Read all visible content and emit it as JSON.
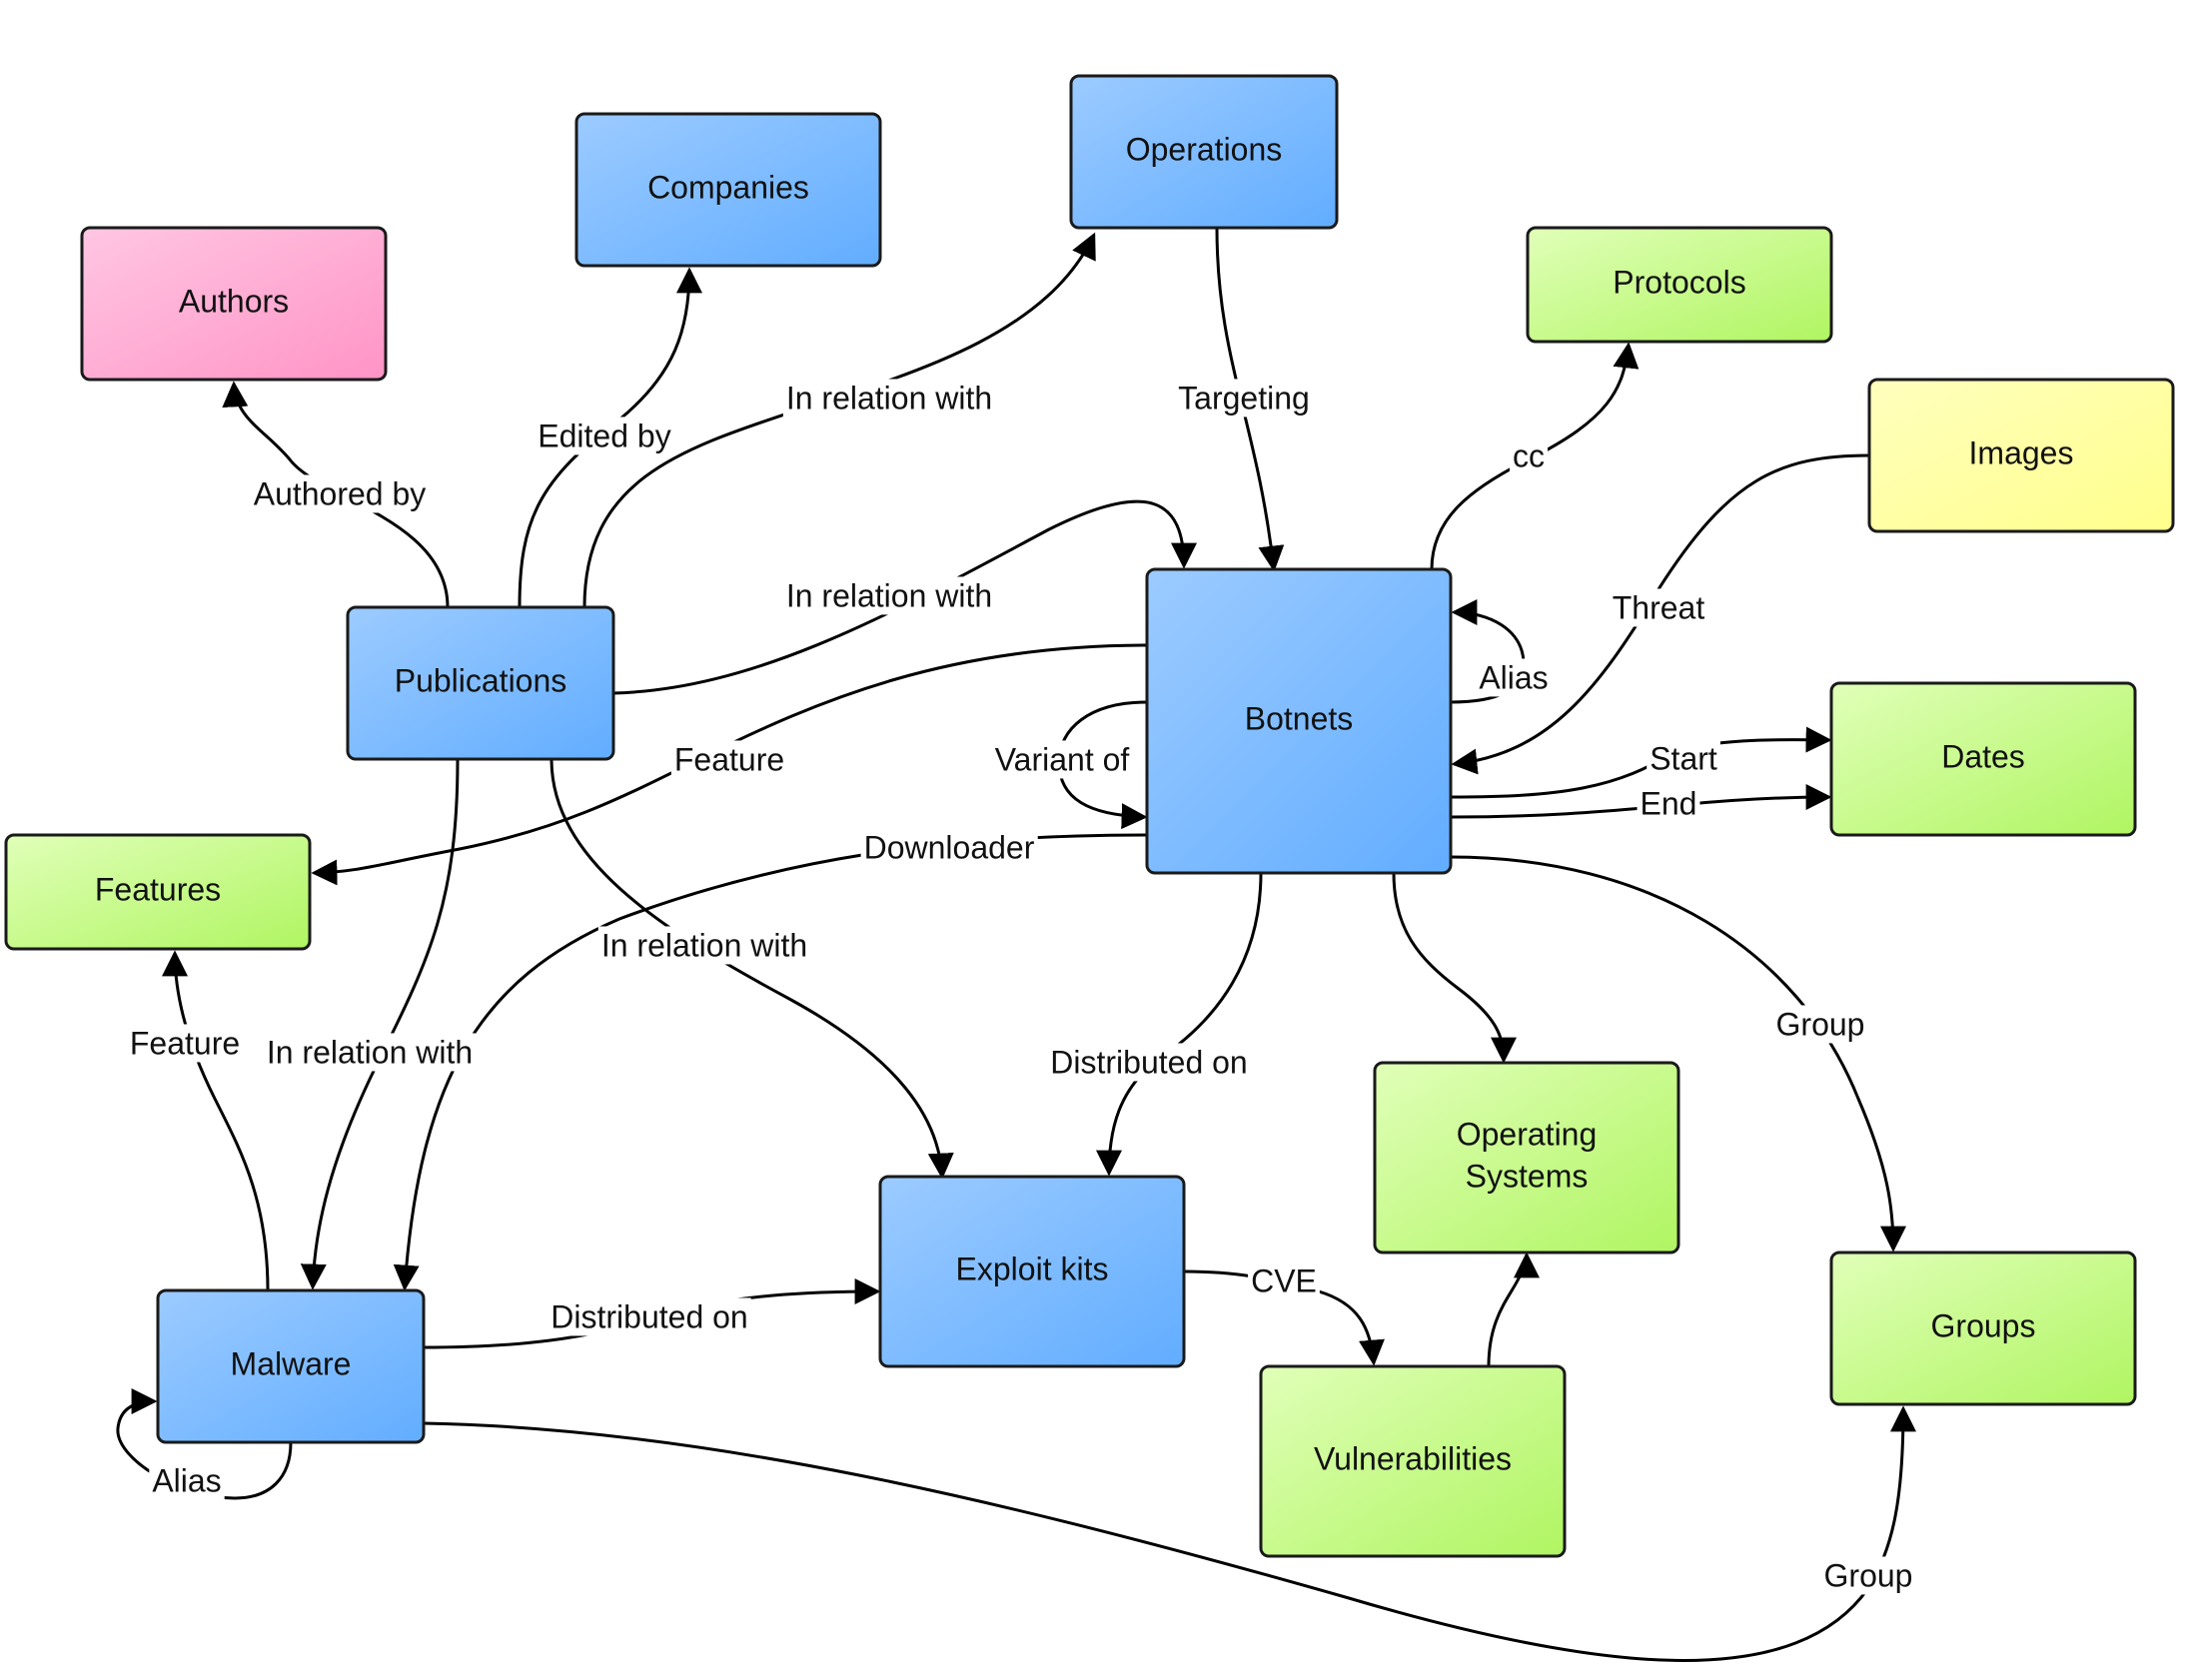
{
  "colors": {
    "blue": [
      "#9ccbff",
      "#62adff"
    ],
    "green": [
      "#e0ffb8",
      "#b0f562"
    ],
    "pink": [
      "#ffc6e2",
      "#ff94c6"
    ],
    "yellow": [
      "#ffffbe",
      "#ffff8c"
    ]
  },
  "nodes": [
    {
      "id": "authors",
      "label": [
        "Authors"
      ],
      "color": "pink"
    },
    {
      "id": "companies",
      "label": [
        "Companies"
      ],
      "color": "blue"
    },
    {
      "id": "operations",
      "label": [
        "Operations"
      ],
      "color": "blue"
    },
    {
      "id": "protocols",
      "label": [
        "Protocols"
      ],
      "color": "green"
    },
    {
      "id": "images",
      "label": [
        "Images"
      ],
      "color": "yellow"
    },
    {
      "id": "publications",
      "label": [
        "Publications"
      ],
      "color": "blue"
    },
    {
      "id": "botnets",
      "label": [
        "Botnets"
      ],
      "color": "blue"
    },
    {
      "id": "dates",
      "label": [
        "Dates"
      ],
      "color": "green"
    },
    {
      "id": "features",
      "label": [
        "Features"
      ],
      "color": "green"
    },
    {
      "id": "operating-systems",
      "label": [
        "Operating",
        "Systems"
      ],
      "color": "green"
    },
    {
      "id": "exploit-kits",
      "label": [
        "Exploit kits"
      ],
      "color": "blue"
    },
    {
      "id": "malware",
      "label": [
        "Malware"
      ],
      "color": "blue"
    },
    {
      "id": "groups",
      "label": [
        "Groups"
      ],
      "color": "green"
    },
    {
      "id": "vulnerabilities",
      "label": [
        "Vulnerabilities"
      ],
      "color": "green"
    }
  ],
  "edges": [
    {
      "id": "authored-by",
      "from": "publications",
      "to": "authors",
      "label": "Authored by"
    },
    {
      "id": "edited-by",
      "from": "publications",
      "to": "companies",
      "label": "Edited by"
    },
    {
      "id": "pub-rel-operations",
      "from": "publications",
      "to": "operations",
      "label": "In relation with"
    },
    {
      "id": "targeting",
      "from": "operations",
      "to": "botnets",
      "label": "Targeting"
    },
    {
      "id": "cc",
      "from": "botnets",
      "to": "protocols",
      "label": "cc"
    },
    {
      "id": "threat",
      "from": "images",
      "to": "botnets",
      "label": "Threat"
    },
    {
      "id": "pub-rel-botnets",
      "from": "publications",
      "to": "botnets",
      "label": "In relation with"
    },
    {
      "id": "botnet-alias",
      "from": "botnets",
      "to": "botnets",
      "label": "Alias"
    },
    {
      "id": "variant-of",
      "from": "botnets",
      "to": "botnets",
      "label": "Variant of"
    },
    {
      "id": "botnet-feature",
      "from": "botnets",
      "to": "features",
      "label": "Feature"
    },
    {
      "id": "start",
      "from": "botnets",
      "to": "dates",
      "label": "Start"
    },
    {
      "id": "end",
      "from": "botnets",
      "to": "dates",
      "label": "End"
    },
    {
      "id": "downloader",
      "from": "botnets",
      "to": "malware",
      "label": "Downloader"
    },
    {
      "id": "pub-rel-exploit",
      "from": "publications",
      "to": "exploit-kits",
      "label": "In relation with"
    },
    {
      "id": "pub-rel-malware",
      "from": "publications",
      "to": "malware",
      "label": "In relation with"
    },
    {
      "id": "malware-feature",
      "from": "malware",
      "to": "features",
      "label": "Feature"
    },
    {
      "id": "botnet-distributed",
      "from": "botnets",
      "to": "exploit-kits",
      "label": "Distributed on"
    },
    {
      "id": "botnet-os",
      "from": "botnets",
      "to": "operating-systems",
      "label": ""
    },
    {
      "id": "botnet-group",
      "from": "botnets",
      "to": "groups",
      "label": "Group"
    },
    {
      "id": "malware-distributed",
      "from": "malware",
      "to": "exploit-kits",
      "label": "Distributed on"
    },
    {
      "id": "cve",
      "from": "exploit-kits",
      "to": "vulnerabilities",
      "label": "CVE"
    },
    {
      "id": "vuln-os",
      "from": "vulnerabilities",
      "to": "operating-systems",
      "label": ""
    },
    {
      "id": "malware-alias",
      "from": "malware",
      "to": "malware",
      "label": "Alias"
    },
    {
      "id": "malware-group",
      "from": "malware",
      "to": "groups",
      "label": "Group"
    }
  ]
}
